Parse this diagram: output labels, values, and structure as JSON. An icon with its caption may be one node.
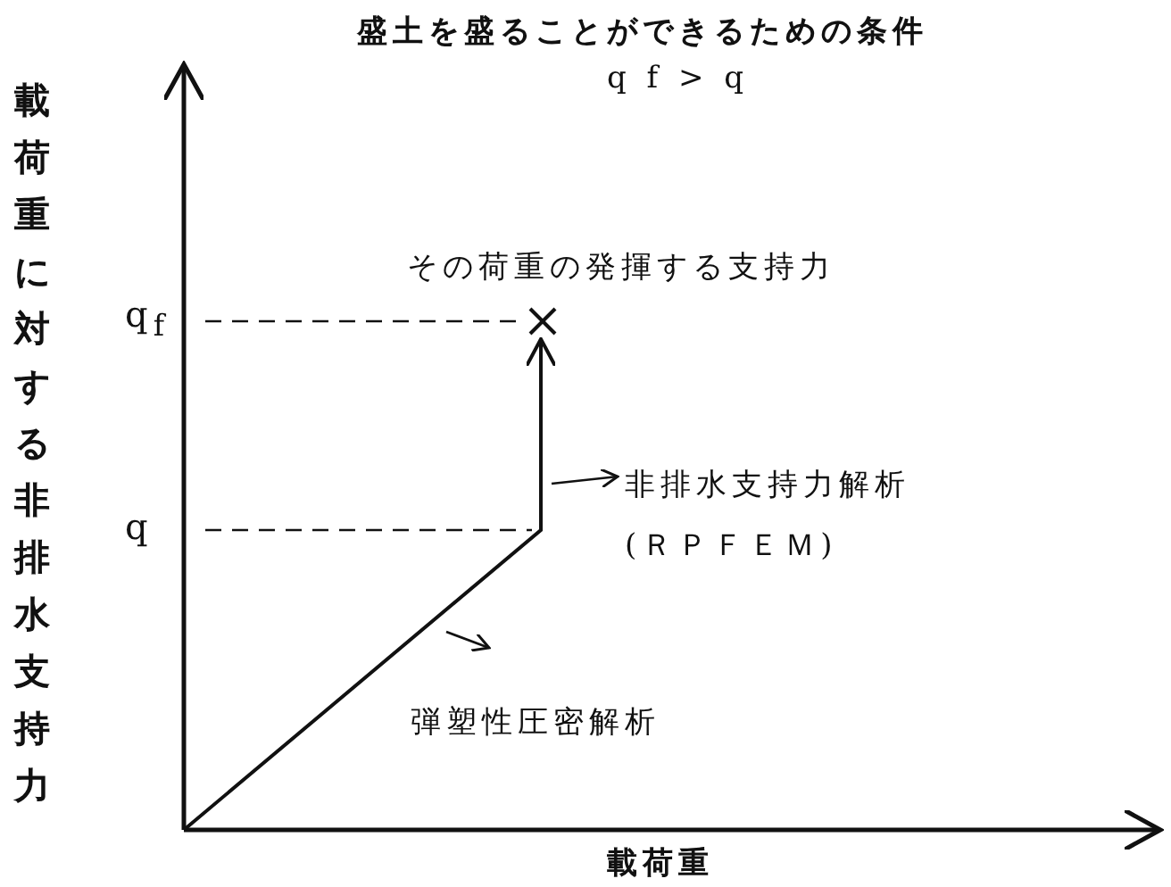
{
  "diagram": {
    "title": "盛土を盛ることができるための条件",
    "nodes": [
      {
        "text": [
          "非排水支持力解析 (ＲＰＦＥＭ)"
        ]
      },
      {
        "text": [
          "弾塑性圧密解析"
        ]
      }
    ],
    "edges": [
      {
        "from": null,
        "to": 0,
        "arrow": "to"
      },
      {
        "from": null,
        "to": 1,
        "arrow": "to"
      }
    ],
    "labels": [
      "q f > q",
      "その荷重の発揮する支持力",
      "q$_{f}$",
      "q",
      "載荷重に対する非排水支持力",
      "載荷重"
    ]
  }
}
